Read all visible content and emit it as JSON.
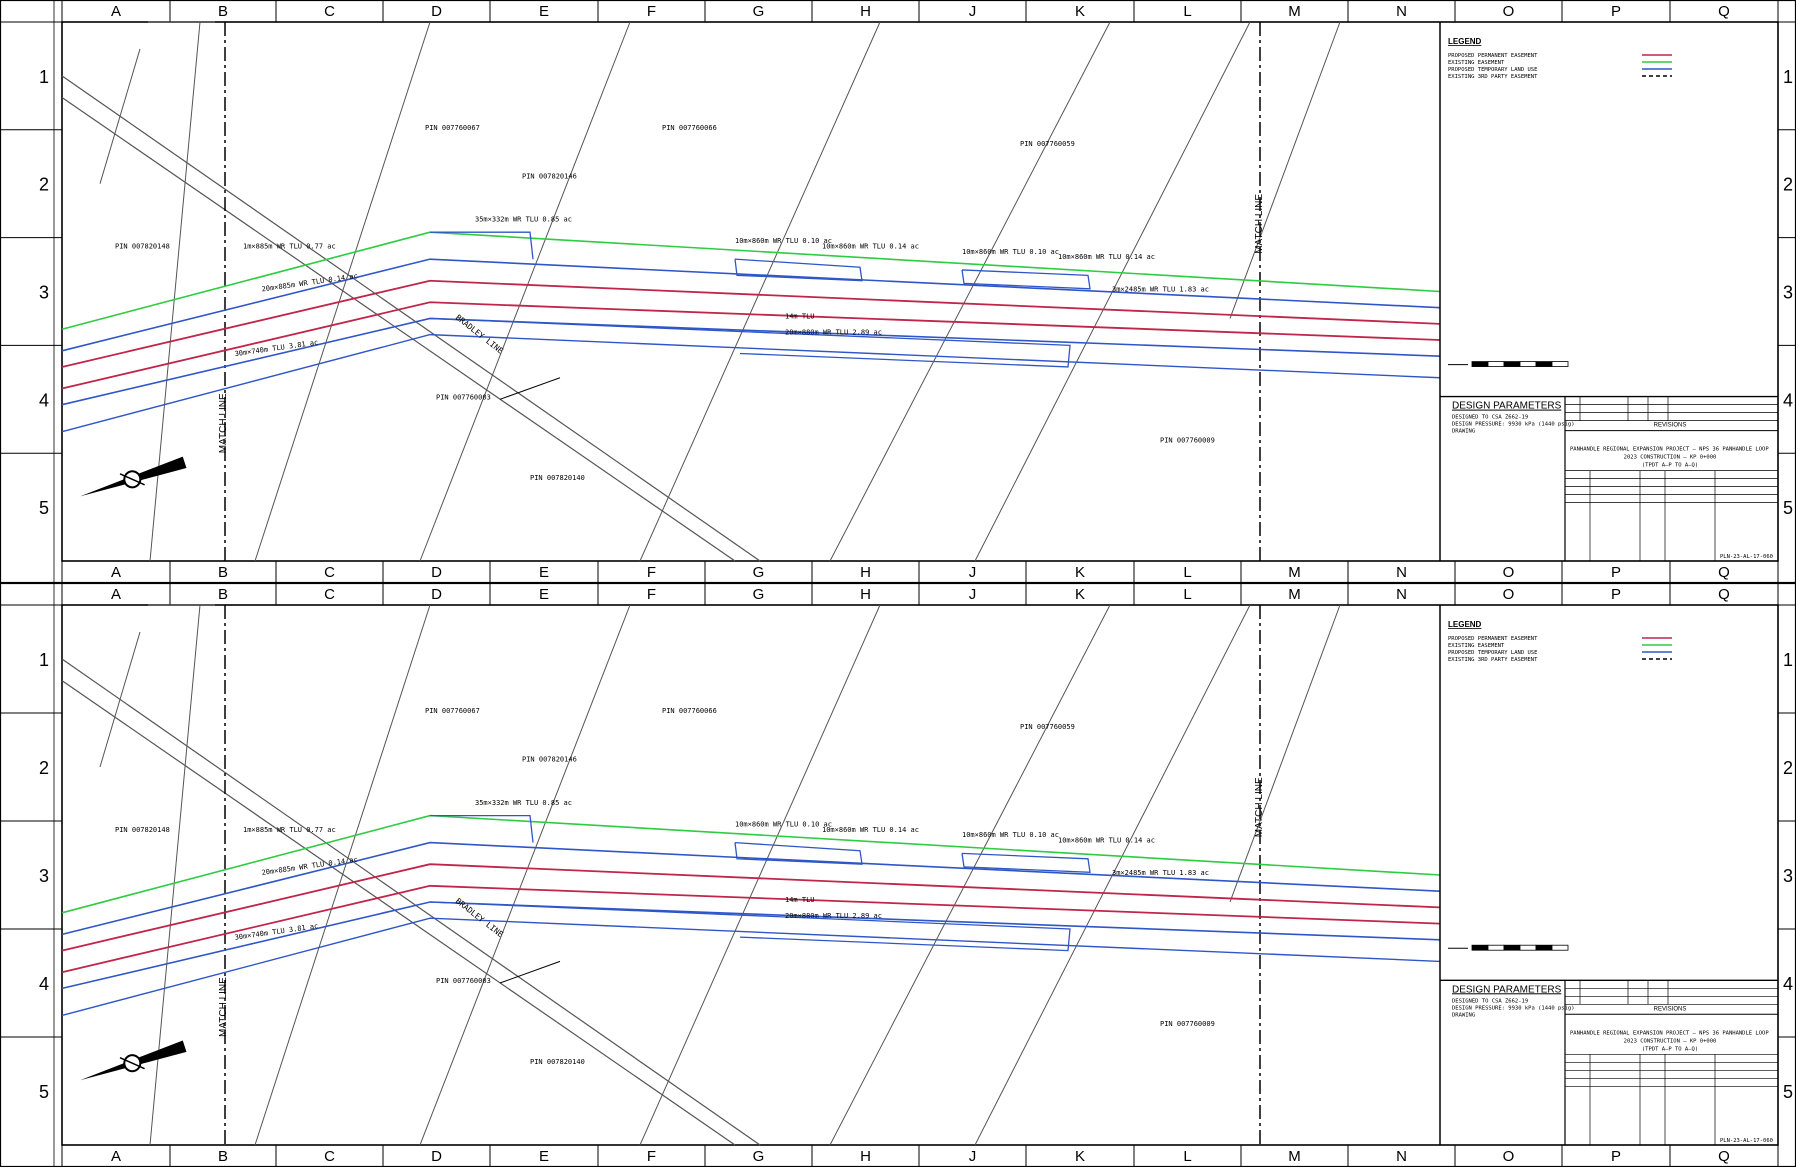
{
  "columns": [
    "A",
    "B",
    "C",
    "D",
    "E",
    "F",
    "G",
    "H",
    "J",
    "K",
    "L",
    "M",
    "N",
    "O",
    "P",
    "Q"
  ],
  "rows": [
    "1",
    "2",
    "3",
    "4",
    "5"
  ],
  "colors": {
    "border": "#000000",
    "green_line": "#2ecc40",
    "red_line": "#c0254a",
    "blue_line": "#2f56c8",
    "grey_line": "#555555"
  },
  "sheets": [
    {
      "pins": [
        "PIN 007760067",
        "PIN 007760066",
        "PIN 007760059",
        "PIN 007820148",
        "PIN 007820146",
        "PIN 007760003",
        "PIN 007820140",
        "PIN 007760009"
      ],
      "callouts": [
        "1m×885m WR TLU 0.77 ac",
        "20m×885m WR TLU 0.14 ac",
        "35m×332m WR TLU 0.85 ac",
        "10m×860m WR TLU 0.10 ac",
        "10m×860m WR TLU 0.14 ac",
        "10m×860m WR TLU 0.10 ac",
        "10m×860m WR TLU 0.14 ac",
        "3m×2485m WR TLU 1.83 ac",
        "14m TLU",
        "20m×880m WR TLU 2.89 ac",
        "30m×740m TLU 3.81 ac"
      ],
      "road": "BRADLEY LINE",
      "match_line": "MATCH LINE",
      "legend_title": "LEGEND",
      "legend_items": [
        "PROPOSED PERMANENT EASEMENT",
        "EXISTING EASEMENT",
        "PROPOSED TEMPORARY LAND USE",
        "EXISTING 3RD PARTY EASEMENT"
      ],
      "design_title": "DESIGN PARAMETERS",
      "design_items": [
        "DESIGNED TO CSA Z662-19",
        "DESIGN PRESSURE: 9930 kPa (1440 psig)",
        "DRAWING"
      ],
      "project": "PANHANDLE REGIONAL EXPANSION PROJECT – NPS 36 PANHANDLE LOOP",
      "subtitle": "2023 CONSTRUCTION – KP 0+000",
      "range": "(TPDT A–P TO A–Q)",
      "drawing_no": "PLN-23-AL-17-060",
      "revisions": "REVISIONS"
    },
    {
      "pins": [
        "PIN 007760067",
        "PIN 007760066",
        "PIN 007760059",
        "PIN 007820148",
        "PIN 007820146",
        "PIN 007760003",
        "PIN 007820140",
        "PIN 007760009"
      ],
      "callouts": [
        "1m×885m WR TLU 0.77 ac",
        "20m×885m WR TLU 0.14 ac",
        "35m×332m WR TLU 0.85 ac",
        "10m×860m WR TLU 0.10 ac",
        "10m×860m WR TLU 0.14 ac",
        "10m×860m WR TLU 0.10 ac",
        "10m×860m WR TLU 0.14 ac",
        "3m×2485m WR TLU 1.83 ac",
        "14m TLU",
        "20m×880m WR TLU 2.89 ac",
        "30m×740m TLU 3.81 ac"
      ],
      "road": "BRADLEY LINE",
      "match_line": "MATCH LINE",
      "legend_title": "LEGEND",
      "legend_items": [
        "PROPOSED PERMANENT EASEMENT",
        "EXISTING EASEMENT",
        "PROPOSED TEMPORARY LAND USE",
        "EXISTING 3RD PARTY EASEMENT"
      ],
      "design_title": "DESIGN PARAMETERS",
      "design_items": [
        "DESIGNED TO CSA Z662-19",
        "DESIGN PRESSURE: 9930 kPa (1440 psig)",
        "DRAWING"
      ],
      "project": "PANHANDLE REGIONAL EXPANSION PROJECT – NPS 36 PANHANDLE LOOP",
      "subtitle": "2023 CONSTRUCTION – KP 0+000",
      "range": "(TPDT A–P TO A–Q)",
      "drawing_no": "PLN-23-AL-17-060",
      "revisions": "REVISIONS"
    }
  ]
}
